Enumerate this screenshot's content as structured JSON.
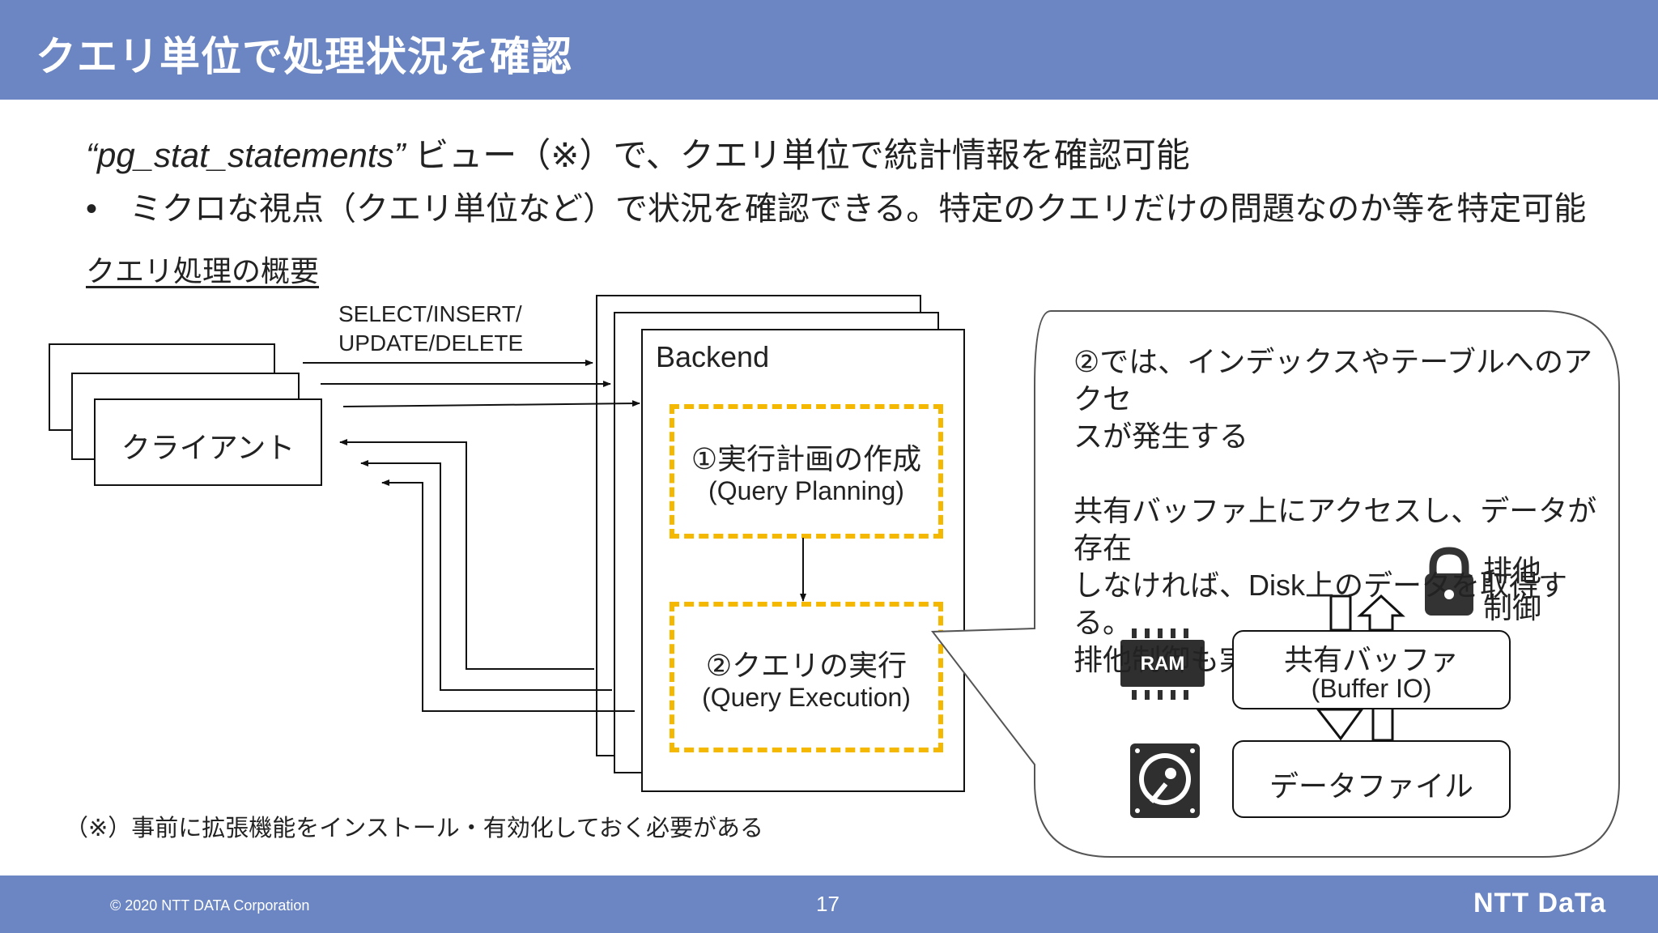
{
  "header": {
    "title": "クエリ単位で処理状況を確認"
  },
  "lead": {
    "view_name": "“pg_stat_statements”",
    "text": " ビュー（※）で、クエリ単位で統計情報を確認可能"
  },
  "bullet": {
    "mark": "•",
    "text": "ミクロな視点（クエリ単位など）で状況を確認できる。特定のクエリだけの問題なのか等を特定可能"
  },
  "diagram": {
    "subheading": "クエリ処理の概要",
    "sql_label_line1": "SELECT/INSERT/",
    "sql_label_line2": "UPDATE/DELETE",
    "client_label": "クライアント",
    "backend_label": "Backend",
    "step1_line1": "①実行計画の作成",
    "step1_line2": "(Query Planning)",
    "step2_line1": "②クエリの実行",
    "step2_line2": "(Query Execution)",
    "accent_color": "#f5b800"
  },
  "callout": {
    "para1_line1": "②では、インデックスやテーブルへのアクセ",
    "para1_line2": "スが発生する",
    "para2_line1": "共有バッファ上にアクセスし、データが存在",
    "para2_line2": "しなければ、Disk上のデータを取得する。",
    "para2_line3": "排他制御も実施。",
    "lock_line1": "排他",
    "lock_line2": "制御",
    "ram_label": "RAM",
    "buffer_line1": "共有バッファ",
    "buffer_line2": "(Buffer IO)",
    "datafile_label": "データファイル"
  },
  "footnote": "（※）事前に拡張機能をインストール・有効化しておく必要がある",
  "footer": {
    "copyright": "© 2020 NTT DATA Corporation",
    "page_number": "17",
    "logo": "NTT DaTa"
  },
  "colors": {
    "header_bg": "#6b86c2",
    "footer_bg": "#6b86c2",
    "dash": "#f5b800"
  }
}
